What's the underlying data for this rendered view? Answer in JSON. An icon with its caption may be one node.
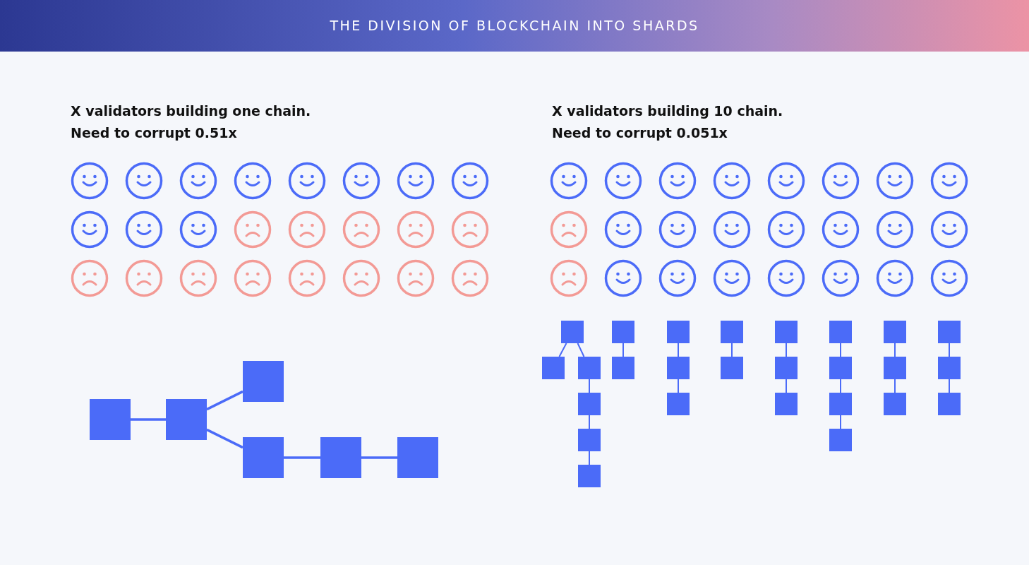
{
  "diagram": {
    "title": "THE DIVISION OF BLOCKCHAIN INTO SHARDS",
    "nodes": [
      {
        "text": [],
        "shape": "box"
      },
      {
        "text": [],
        "shape": "box"
      },
      {
        "text": [],
        "shape": "box"
      },
      {
        "text": [],
        "shape": "box"
      },
      {
        "text": [],
        "shape": "box"
      },
      {
        "text": [],
        "shape": "box"
      },
      {
        "text": [],
        "shape": "box"
      },
      {
        "text": [],
        "shape": "box"
      },
      {
        "text": [],
        "shape": "box"
      },
      {
        "text": [],
        "shape": "box"
      },
      {
        "text": [],
        "shape": "box"
      },
      {
        "text": [],
        "shape": "box"
      },
      {
        "text": [],
        "shape": "box"
      },
      {
        "text": [],
        "shape": "box"
      },
      {
        "text": [],
        "shape": "box"
      },
      {
        "text": [],
        "shape": "box"
      },
      {
        "text": [],
        "shape": "box"
      },
      {
        "text": [],
        "shape": "box"
      },
      {
        "text": [],
        "shape": "box"
      },
      {
        "text": [],
        "shape": "box"
      },
      {
        "text": [],
        "shape": "box"
      },
      {
        "text": [],
        "shape": "box"
      },
      {
        "text": [],
        "shape": "box"
      },
      {
        "text": [],
        "shape": "box"
      },
      {
        "text": [],
        "shape": "box"
      },
      {
        "text": [],
        "shape": "box"
      },
      {
        "text": [],
        "shape": "box"
      },
      {
        "text": [],
        "shape": "box"
      },
      {
        "text": [],
        "shape": "box"
      },
      {
        "text": [],
        "shape": "box"
      },
      {
        "text": [],
        "shape": "box"
      },
      {
        "text": [],
        "shape": "box"
      }
    ],
    "edges": [
      {
        "from": 0,
        "to": 1,
        "arrow": "none"
      },
      {
        "from": 1,
        "to": 2,
        "arrow": "none"
      },
      {
        "from": 1,
        "to": 3,
        "arrow": "none"
      },
      {
        "from": 3,
        "to": 4,
        "arrow": "none"
      },
      {
        "from": 4,
        "to": 5,
        "arrow": "none"
      },
      {
        "from": 6,
        "to": 7,
        "arrow": "none"
      },
      {
        "from": 6,
        "to": 8,
        "arrow": "none"
      },
      {
        "from": 8,
        "to": 9,
        "arrow": "none"
      },
      {
        "from": 9,
        "to": 10,
        "arrow": "none"
      },
      {
        "from": 10,
        "to": 11,
        "arrow": "none"
      },
      {
        "from": 12,
        "to": 13,
        "arrow": "none"
      },
      {
        "from": 14,
        "to": 15,
        "arrow": "none"
      },
      {
        "from": 15,
        "to": 16,
        "arrow": "none"
      },
      {
        "from": 17,
        "to": 18,
        "arrow": "none"
      },
      {
        "from": 19,
        "to": 20,
        "arrow": "none"
      },
      {
        "from": 20,
        "to": 21,
        "arrow": "none"
      },
      {
        "from": 22,
        "to": 23,
        "arrow": "none"
      },
      {
        "from": 23,
        "to": 24,
        "arrow": "none"
      },
      {
        "from": 24,
        "to": 25,
        "arrow": "none"
      },
      {
        "from": 26,
        "to": 27,
        "arrow": "none"
      },
      {
        "from": 27,
        "to": 28,
        "arrow": "none"
      },
      {
        "from": 29,
        "to": 30,
        "arrow": "none"
      },
      {
        "from": 30,
        "to": 31,
        "arrow": "none"
      }
    ],
    "labels": [
      "X validators building one chain.",
      "Need to corrupt 0.51x",
      "X validators building 10 chain.",
      "Need to corrupt 0.051x"
    ]
  }
}
